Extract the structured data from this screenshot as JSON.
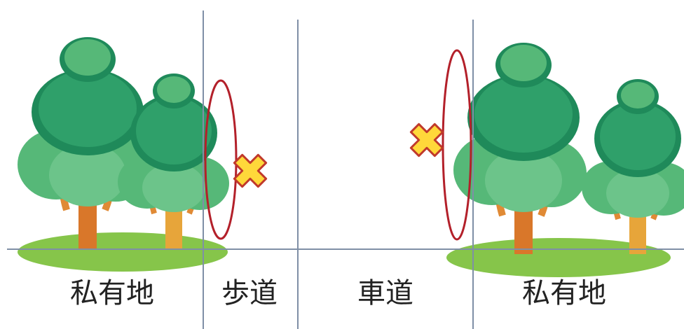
{
  "labels": {
    "private_left": "私有地",
    "sidewalk": "歩道",
    "roadway": "車道",
    "private_right": "私有地"
  },
  "colors": {
    "guide_line": "#7f8fa6",
    "canopy_dark": "#1f8a5a",
    "canopy_mid": "#2fa06a",
    "canopy_light": "#56b878",
    "canopy_highlight": "#6cc48a",
    "trunk": "#d9772a",
    "branch": "#e08a35",
    "grass": "#86c54a",
    "ellipse": "#b3202a",
    "cross_fill": "#ffd83a",
    "cross_outline": "#c0392b"
  },
  "markers": [
    {
      "icon": "cross-icon",
      "meaning": "×"
    },
    {
      "icon": "cross-icon",
      "meaning": "×"
    }
  ]
}
